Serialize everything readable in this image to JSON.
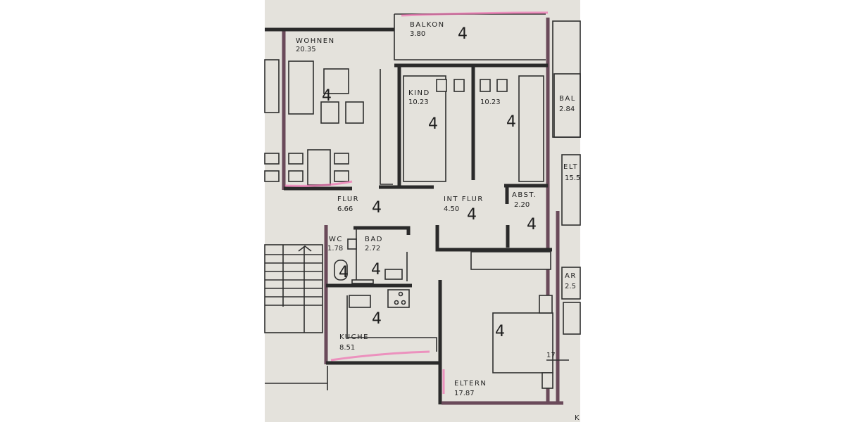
{
  "rooms": {
    "wohnen": {
      "name": "WOHNEN",
      "area": "20.35"
    },
    "balkon": {
      "name": "BALKON",
      "area": "3.80"
    },
    "kind": {
      "name": "KIND",
      "area": "10.23"
    },
    "kind2": {
      "area": "10.23"
    },
    "balkon_neighbor": {
      "name": "BAL",
      "area": "2.84"
    },
    "eltern_neighbor": {
      "name": "ELT",
      "area": "15.5"
    },
    "flur": {
      "name": "FLUR",
      "area": "6.66"
    },
    "int_flur": {
      "name": "INT FLUR",
      "area": "4.50"
    },
    "abst": {
      "name": "ABST.",
      "area": "2.20"
    },
    "wc": {
      "name": "WC",
      "area": "1.78"
    },
    "bad": {
      "name": "BAD",
      "area": "2.72"
    },
    "kueche": {
      "name": "KUCHE",
      "area": "8.51"
    },
    "eltern": {
      "name": "ELTERN",
      "area": "17.87"
    },
    "ar_neighbor": {
      "name": "AR",
      "area": "2.5"
    },
    "neighbor_k": {
      "name": "K"
    }
  },
  "handwritten_mark": "4",
  "dimension_note": "17",
  "colors": {
    "paper": "#e4e2dc",
    "highlight": "#f06fb0",
    "ink": "#2a2a2a"
  }
}
